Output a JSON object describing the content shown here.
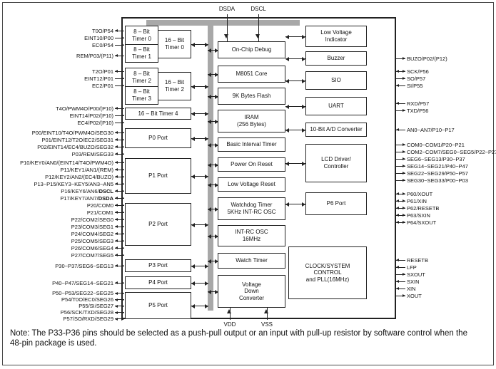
{
  "note": "Note: The P33-P36 pins should be selected as a push-pull output or an input with pull-up resistor by software control when the 48-pin package is used.",
  "top_pins": {
    "dsda": "DSDA",
    "dscl": "DSCL"
  },
  "power_pins": {
    "vdd": "VDD",
    "vss": "VSS"
  },
  "colors": {
    "bus_gray": "#a8a8a8",
    "line_black": "#222222"
  },
  "blocks": {
    "t0": "8 – Bit\nTimer 0",
    "t1": "8 – Bit\nTimer 1",
    "t16_0": "16 – Bit\nTimer 0",
    "t2": "8 – Bit\nTimer 2",
    "t3": "8 – Bit\nTimer 3",
    "t16_2": "16 – Bit\nTimer 2",
    "t16_4": "16 – Bit Timer 4",
    "p0": "P0 Port",
    "p1": "P1 Port",
    "p2": "P2 Port",
    "p3": "P3 Port",
    "p4": "P4 Port",
    "p5": "P5 Port",
    "ocd": "On-Chip Debug",
    "core": "M8051 Core",
    "flash": "9K Bytes Flash",
    "iram": "IRAM\n(256 Bytes)",
    "bit": "Basic Interval Timer",
    "por": "Power On Reset",
    "lvr": "Low Voltage Reset",
    "wdt": "Watchdog Timer\n5KHz INT-RC OSC",
    "intrc": "INT-RC OSC\n16MHz",
    "watch": "Watch Timer",
    "vdc": "Voltage\nDown\nConverter",
    "lvi": "Low Voltage\nIndicator",
    "buzzer": "Buzzer",
    "sio": "SIO",
    "uart": "UART",
    "adc": "10-Bit A/D Converter",
    "lcd": "LCD Driver/\nController",
    "p6": "P6 Port",
    "clock": "CLOCK/SYSTEM\nCONTROL\nand PLL(16MHz)"
  },
  "pins": {
    "timer01": [
      {
        "label": "T0O/P54",
        "dir": "out"
      },
      {
        "label": "EINT10/P00",
        "dir": "in"
      },
      {
        "label": "EC0/P54",
        "dir": "in"
      }
    ],
    "rem": [
      {
        "label": "REM/P03/(P11)",
        "dir": "out"
      }
    ],
    "timer23": [
      {
        "label": "T2O/P01",
        "dir": "out"
      },
      {
        "label": "EINT12/P01",
        "dir": "in"
      },
      {
        "label": "EC2/P01",
        "dir": "in"
      }
    ],
    "timer4": [
      {
        "label": "T4O/PWM4O/P00/(P10)",
        "dir": "out"
      },
      {
        "label": "EINT14/P02/(P10)",
        "dir": "in"
      },
      {
        "label": "EC4/P02/(P10)",
        "dir": "in"
      }
    ],
    "p0": [
      {
        "label": "P00/EINT10/T4O/PWM4O/SEG30",
        "dir": "bi"
      },
      {
        "label": "P01/EINT12/T2O/EC2/SEG31",
        "dir": "bi"
      },
      {
        "label": "P02/EINT14/EC4/BUZO/SEG32",
        "dir": "bi"
      },
      {
        "label": "P03/REM/SEG33",
        "dir": "bi"
      }
    ],
    "p1": [
      {
        "label": "P10/KEY0/AN0/(EINT14/T4O/PWM4O)",
        "dir": "bi"
      },
      {
        "label": "P11/KEY1/AN1/(REM)",
        "dir": "bi"
      },
      {
        "label": "P12/KEY2/AN2/(EC4/BUZO)",
        "dir": "bi"
      },
      {
        "label": "P13~P15/KEY3~KEY5/AN3~AN5",
        "dir": "bi"
      },
      {
        "label": "P16/KEY6/AN6/",
        "bold": "DSCL",
        "dir": "bi"
      },
      {
        "label": "P17/KEY7/AN7/",
        "bold": "DSDA",
        "dir": "bi"
      }
    ],
    "p2": [
      {
        "label": "P20/COM0",
        "dir": "bi"
      },
      {
        "label": "P21/COM1",
        "dir": "bi"
      },
      {
        "label": "P22/COM2/SEG0",
        "dir": "bi"
      },
      {
        "label": "P23/COM3/SEG1",
        "dir": "bi"
      },
      {
        "label": "P24/COM4/SEG2",
        "dir": "bi"
      },
      {
        "label": "P25/COM5/SEG3",
        "dir": "bi"
      },
      {
        "label": "P26/COM6/SEG4",
        "dir": "bi"
      },
      {
        "label": "P27/COM7/SEG5",
        "dir": "bi"
      }
    ],
    "p3": [
      {
        "label": "P30~P37/SEG6~SEG13",
        "dir": "bi"
      }
    ],
    "p4": [
      {
        "label": "P40~P47/SEG14~SEG21",
        "dir": "bi"
      }
    ],
    "p5": [
      {
        "label": "P50~P53/SEG22~SEG25",
        "dir": "bi"
      },
      {
        "label": "P54/T0O/EC0/SEG26",
        "dir": "bi"
      },
      {
        "label": "P55/SI/SEG27",
        "dir": "bi"
      },
      {
        "label": "P56/SCK/TXD/SEG28",
        "dir": "bi"
      },
      {
        "label": "P57/SO/RXD/SEG29",
        "dir": "bi"
      }
    ],
    "buzzer": [
      {
        "label": "BUZO/P02/(P12)",
        "dir": "out"
      }
    ],
    "sio": [
      {
        "label": "SCK/P56",
        "dir": "bi"
      },
      {
        "label": "SO/P57",
        "dir": "out"
      },
      {
        "label": "SI/P55",
        "dir": "in"
      }
    ],
    "uart": [
      {
        "label": "RXD/P57",
        "dir": "in"
      },
      {
        "label": "TXD/P56",
        "dir": "out"
      }
    ],
    "adc": [
      {
        "label": "AN0~AN7/P10~P17",
        "dir": "in"
      }
    ],
    "lcd": [
      {
        "label": "COM0~COM1/P20~P21",
        "dir": "out"
      },
      {
        "label": "COM2~COM7/SEG0~SEG5/P22~P27",
        "dir": "out"
      },
      {
        "label": "SEG6~SEG13/P30~P37",
        "dir": "out"
      },
      {
        "label": "SEG14~SEG21/P40~P47",
        "dir": "out"
      },
      {
        "label": "SEG22~SEG29/P50~P57",
        "dir": "out"
      },
      {
        "label": "SEG30~SEG33/P00~P03",
        "dir": "out"
      }
    ],
    "p6": [
      {
        "label": "P60/XOUT",
        "dir": "bi"
      },
      {
        "label": "P61/XIN",
        "dir": "bi"
      },
      {
        "label": "P62/RESETB",
        "dir": "bi"
      },
      {
        "label": "P63/SXIN",
        "dir": "bi"
      },
      {
        "label": "P64/SXOUT",
        "dir": "bi"
      }
    ],
    "clock": [
      {
        "label": "RESETB",
        "dir": "in"
      },
      {
        "label": "LFP",
        "dir": "in"
      },
      {
        "label": "SXOUT",
        "dir": "out"
      },
      {
        "label": "SXIN",
        "dir": "in"
      },
      {
        "label": "XIN",
        "dir": "in"
      },
      {
        "label": "XOUT",
        "dir": "out"
      }
    ]
  }
}
